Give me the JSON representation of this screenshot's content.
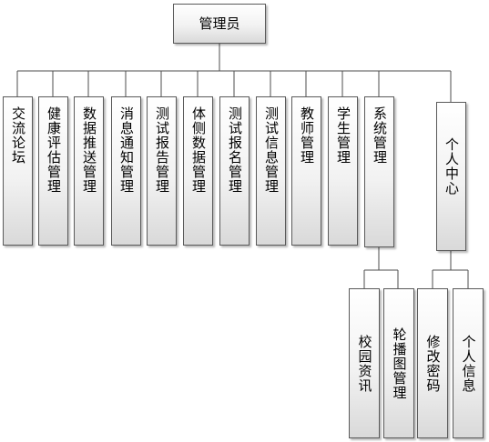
{
  "root": {
    "label": "管理员"
  },
  "modules": [
    {
      "label": "交流论坛"
    },
    {
      "label": "健康评估管理"
    },
    {
      "label": "数据推送管理"
    },
    {
      "label": "消息通知管理"
    },
    {
      "label": "测试报告管理"
    },
    {
      "label": "体侧数据管理"
    },
    {
      "label": "测试报名管理"
    },
    {
      "label": "测试信息管理"
    },
    {
      "label": "教师管理"
    },
    {
      "label": "学生管理"
    },
    {
      "label": "系统管理"
    },
    {
      "label": "个人中心"
    }
  ],
  "system_children": [
    {
      "label": "校园资讯"
    },
    {
      "label": "轮播图管理"
    }
  ],
  "personal_children": [
    {
      "label": "修改密码"
    },
    {
      "label": "个人信息"
    }
  ]
}
